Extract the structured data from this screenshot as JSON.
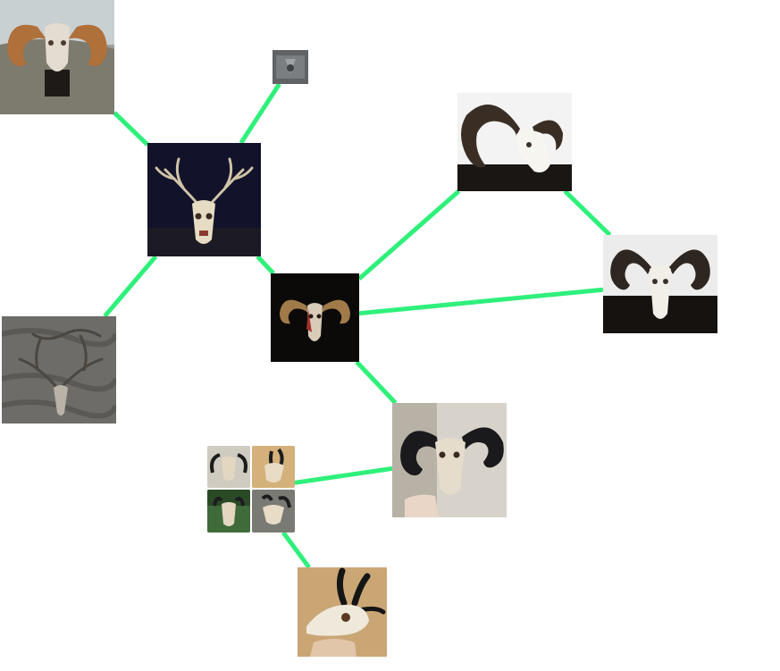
{
  "graph": {
    "edge_color": "#2ef07a",
    "nodes": [
      {
        "id": "ram-skull-beach",
        "kind": "photo",
        "subject": "ram-skull",
        "bg": "#8a8f8c"
      },
      {
        "id": "small-thumbnail",
        "kind": "photo",
        "subject": "small-skull",
        "bg": "#6b6f70"
      },
      {
        "id": "deer-skull-dark",
        "kind": "photo",
        "subject": "deer-skull",
        "bg": "#141428"
      },
      {
        "id": "ram-skull-dark-center",
        "kind": "photo",
        "subject": "ram-skull-red",
        "bg": "#0c0b0a"
      },
      {
        "id": "ram-skull-shelf-1",
        "kind": "photo",
        "subject": "ram-skull-white",
        "bg": "#f2f2f2"
      },
      {
        "id": "ram-skull-shelf-2",
        "kind": "photo",
        "subject": "ram-skull-white-front",
        "bg": "#ededed"
      },
      {
        "id": "antler-skull-sand",
        "kind": "photo",
        "subject": "antler-sand",
        "bg": "#6a6966"
      },
      {
        "id": "ram-skull-hand",
        "kind": "photo",
        "subject": "ram-skull-held",
        "bg": "#d9d6cf"
      },
      {
        "id": "goat-skull-collage",
        "kind": "collage",
        "subject": "goat-collage",
        "bg": "#ffffff"
      },
      {
        "id": "goat-skull-hand",
        "kind": "photo",
        "subject": "goat-skull-held",
        "bg": "#c8a774"
      }
    ],
    "edges": [
      [
        "ram-skull-beach",
        "deer-skull-dark"
      ],
      [
        "small-thumbnail",
        "deer-skull-dark"
      ],
      [
        "deer-skull-dark",
        "antler-skull-sand"
      ],
      [
        "deer-skull-dark",
        "ram-skull-dark-center"
      ],
      [
        "ram-skull-dark-center",
        "ram-skull-shelf-1"
      ],
      [
        "ram-skull-dark-center",
        "ram-skull-shelf-2"
      ],
      [
        "ram-skull-shelf-1",
        "ram-skull-shelf-2"
      ],
      [
        "ram-skull-dark-center",
        "ram-skull-hand"
      ],
      [
        "ram-skull-hand",
        "goat-skull-collage"
      ],
      [
        "goat-skull-collage",
        "goat-skull-hand"
      ]
    ]
  }
}
